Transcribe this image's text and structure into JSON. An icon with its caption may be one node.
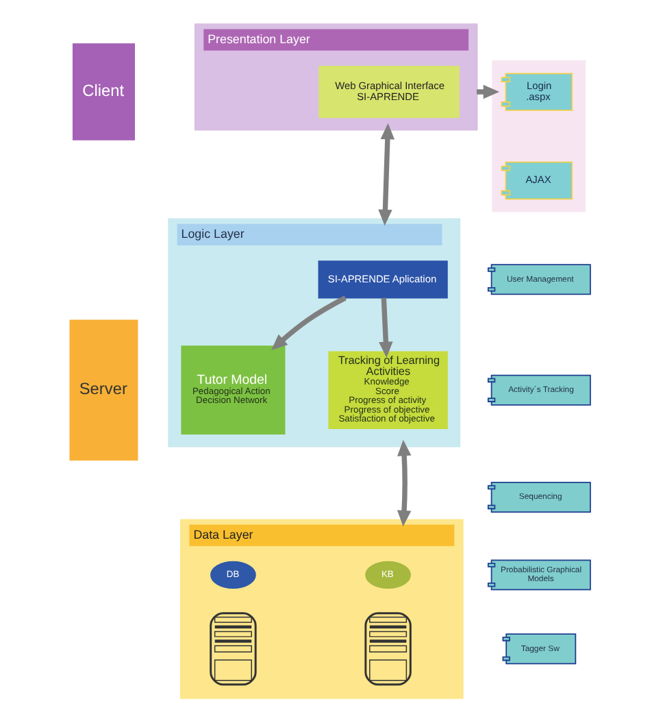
{
  "diagram": {
    "nodes": [
      {
        "text": [
          "Client"
        ]
      },
      {
        "text": [
          "Presentation Layer"
        ]
      },
      {
        "text": [
          "Web Graphical Interface SI-APRENDE"
        ],
        "in": 1
      },
      {
        "text": [],
        "shape": "box"
      },
      {
        "text": [
          "Login .aspx"
        ],
        "in": 3
      },
      {
        "text": [
          "AJAX"
        ],
        "in": 3
      },
      {
        "text": [
          "Server"
        ]
      },
      {
        "text": [
          "Logic Layer"
        ]
      },
      {
        "text": [
          "SI-APRENDE Aplication"
        ],
        "in": 7
      },
      {
        "text": [
          "Tutor Model",
          "Pedagogical Action",
          "Decision Network"
        ],
        "in": 7
      },
      {
        "text": [
          "Tracking of Learning Activities",
          "Knowledge",
          "Score",
          "Progress of activity",
          "Progress of objective",
          "Satisfaction of objective"
        ],
        "in": 7
      },
      {
        "text": [
          "User Management"
        ]
      },
      {
        "text": [
          "Activity´s Tracking"
        ]
      },
      {
        "text": [
          "Sequencing"
        ]
      },
      {
        "text": [
          "Probabilistic Graphical Models"
        ]
      },
      {
        "text": [
          "Tagger Sw"
        ]
      },
      {
        "text": [
          "Data Layer"
        ]
      },
      {
        "text": [
          "DB"
        ],
        "in": 16
      },
      {
        "text": [
          "KB"
        ],
        "in": 16
      },
      {
        "text": [],
        "shape": "picture",
        "in": 16
      },
      {
        "text": [],
        "shape": "picture",
        "in": 16
      }
    ],
    "edges": [
      {
        "from": 1,
        "to": 3,
        "arrow": "to"
      },
      {
        "from": 1,
        "to": 7,
        "arrow": "both"
      },
      {
        "from": 8,
        "to": 9,
        "arrow": "to"
      },
      {
        "from": 8,
        "to": 10,
        "arrow": "to"
      },
      {
        "from": 7,
        "to": 16,
        "arrow": "both"
      }
    ]
  }
}
